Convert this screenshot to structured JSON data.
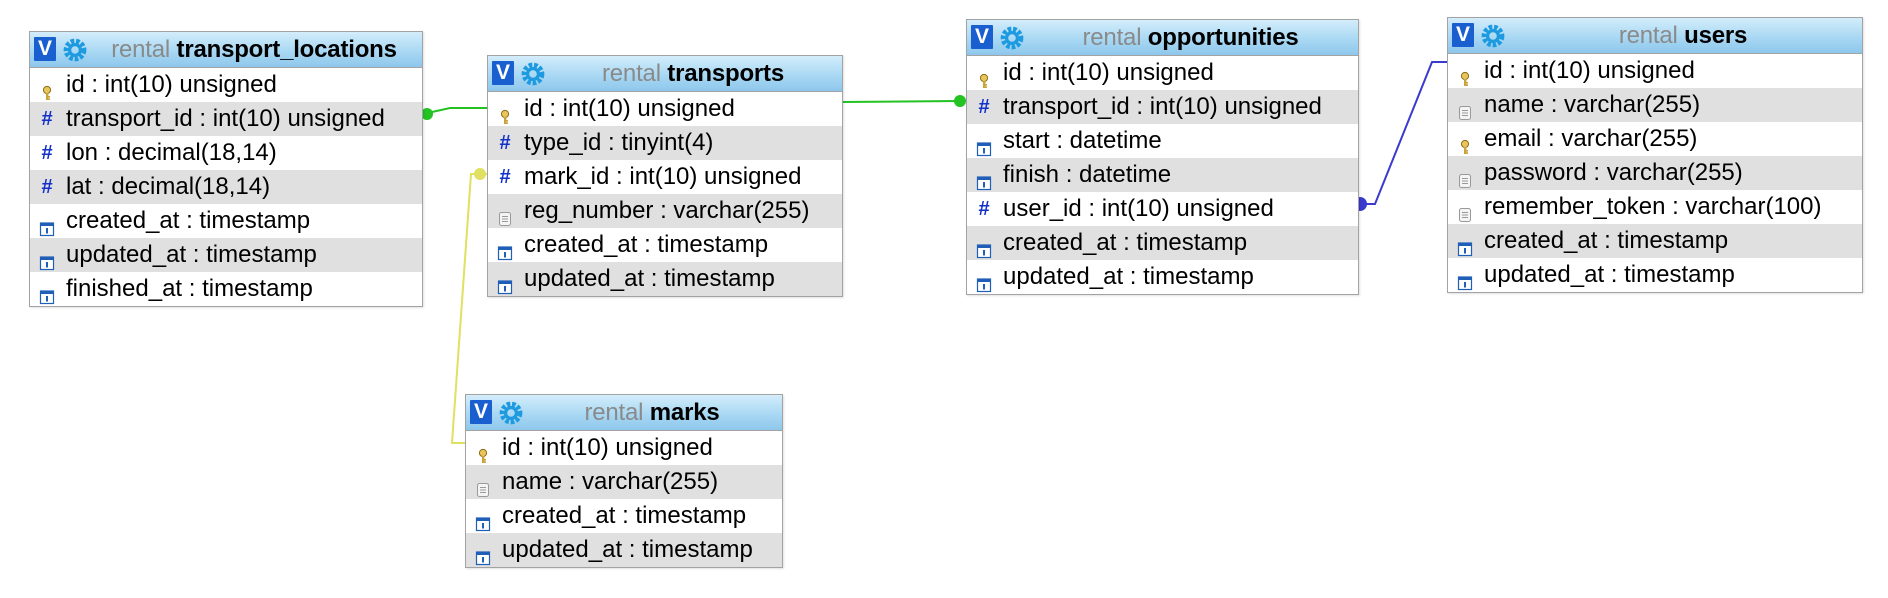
{
  "tables": [
    {
      "id": "transport_locations",
      "schema": "rental",
      "name": "transport_locations",
      "columns": [
        {
          "text": "id : int(10) unsigned",
          "icon": "key-icon"
        },
        {
          "text": "transport_id : int(10) unsigned",
          "icon": "numeric-icon"
        },
        {
          "text": "lon : decimal(18,14)",
          "icon": "numeric-icon"
        },
        {
          "text": "lat : decimal(18,14)",
          "icon": "numeric-icon"
        },
        {
          "text": "created_at : timestamp",
          "icon": "date-icon"
        },
        {
          "text": "updated_at : timestamp",
          "icon": "date-icon"
        },
        {
          "text": "finished_at : timestamp",
          "icon": "date-icon"
        }
      ]
    },
    {
      "id": "transports",
      "schema": "rental",
      "name": "transports",
      "columns": [
        {
          "text": "id : int(10) unsigned",
          "icon": "key-icon"
        },
        {
          "text": "type_id : tinyint(4)",
          "icon": "numeric-icon"
        },
        {
          "text": "mark_id : int(10) unsigned",
          "icon": "numeric-icon"
        },
        {
          "text": "reg_number : varchar(255)",
          "icon": "text-icon"
        },
        {
          "text": "created_at : timestamp",
          "icon": "date-icon"
        },
        {
          "text": "updated_at : timestamp",
          "icon": "date-icon"
        }
      ]
    },
    {
      "id": "marks",
      "schema": "rental",
      "name": "marks",
      "columns": [
        {
          "text": "id : int(10) unsigned",
          "icon": "key-icon"
        },
        {
          "text": "name : varchar(255)",
          "icon": "text-icon"
        },
        {
          "text": "created_at : timestamp",
          "icon": "date-icon"
        },
        {
          "text": "updated_at : timestamp",
          "icon": "date-icon"
        }
      ]
    },
    {
      "id": "opportunities",
      "schema": "rental",
      "name": "opportunities",
      "columns": [
        {
          "text": "id : int(10) unsigned",
          "icon": "key-icon"
        },
        {
          "text": "transport_id : int(10) unsigned",
          "icon": "numeric-icon"
        },
        {
          "text": "start : datetime",
          "icon": "date-icon"
        },
        {
          "text": "finish : datetime",
          "icon": "date-icon"
        },
        {
          "text": "user_id : int(10) unsigned",
          "icon": "numeric-icon"
        },
        {
          "text": "created_at : timestamp",
          "icon": "date-icon"
        },
        {
          "text": "updated_at : timestamp",
          "icon": "date-icon"
        }
      ]
    },
    {
      "id": "users",
      "schema": "rental",
      "name": "users",
      "columns": [
        {
          "text": "id : int(10) unsigned",
          "icon": "key-icon"
        },
        {
          "text": "name : varchar(255)",
          "icon": "text-icon"
        },
        {
          "text": "email : varchar(255)",
          "icon": "key-icon"
        },
        {
          "text": "password : varchar(255)",
          "icon": "text-icon"
        },
        {
          "text": "remember_token : varchar(100)",
          "icon": "text-icon"
        },
        {
          "text": "created_at : timestamp",
          "icon": "date-icon"
        },
        {
          "text": "updated_at : timestamp",
          "icon": "date-icon"
        }
      ]
    }
  ],
  "relations": [
    {
      "from": "transport_locations.transport_id",
      "to": "transports.id",
      "color": "#22c322"
    },
    {
      "from": "transports.mark_id",
      "to": "marks.id",
      "color": "#e0e062"
    },
    {
      "from": "opportunities.transport_id",
      "to": "transports.id",
      "color": "#22c322"
    },
    {
      "from": "opportunities.user_id",
      "to": "users.id",
      "color": "#3a3acf"
    }
  ],
  "colors": {
    "header_gradient": "#a9d8f3",
    "v_button": "#1a5fd0",
    "gear": "#1e9be0",
    "schema_text": "#8a8a8a",
    "row_alt": "#e0e0e0"
  }
}
